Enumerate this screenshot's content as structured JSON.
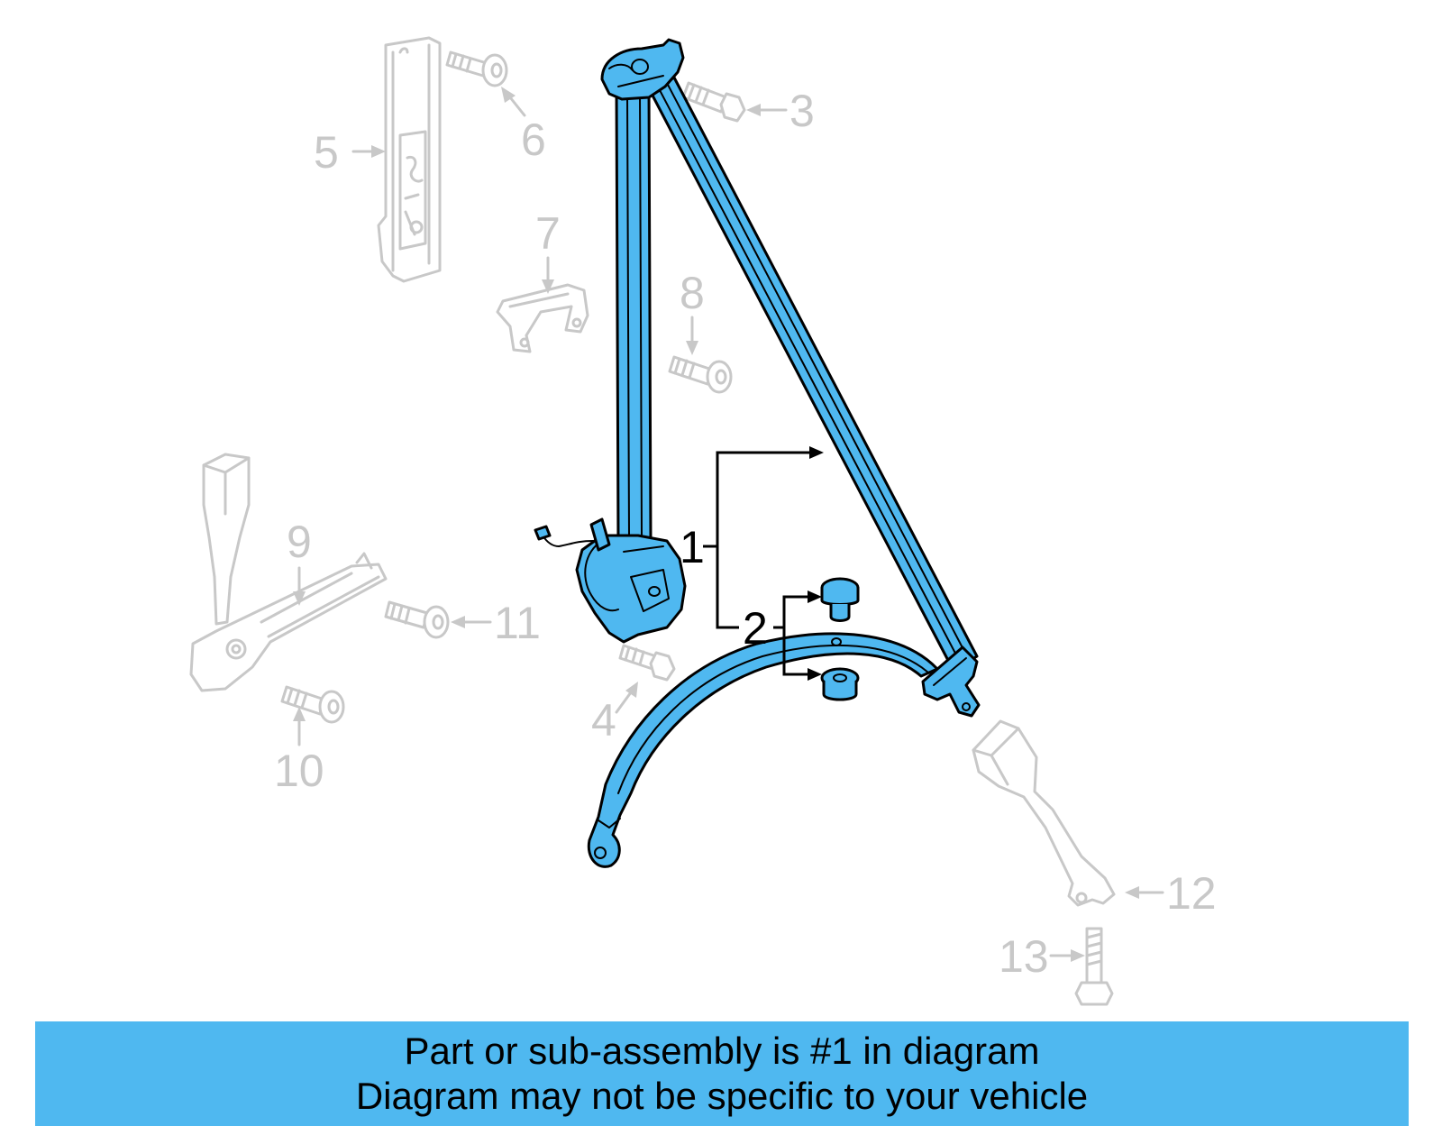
{
  "callouts": {
    "c1": "1",
    "c2": "2",
    "c3": "3",
    "c4": "4",
    "c5": "5",
    "c6": "6",
    "c7": "7",
    "c8": "8",
    "c9": "9",
    "c10": "10",
    "c11": "11",
    "c12": "12",
    "c13": "13"
  },
  "banner": {
    "line1": "Part or sub-assembly is #1 in diagram",
    "line2": "Diagram may not be specific to your vehicle"
  },
  "colors": {
    "highlight": "#4fb8f0",
    "ghost_parts": "#c8c8c8",
    "outline": "#000000"
  }
}
